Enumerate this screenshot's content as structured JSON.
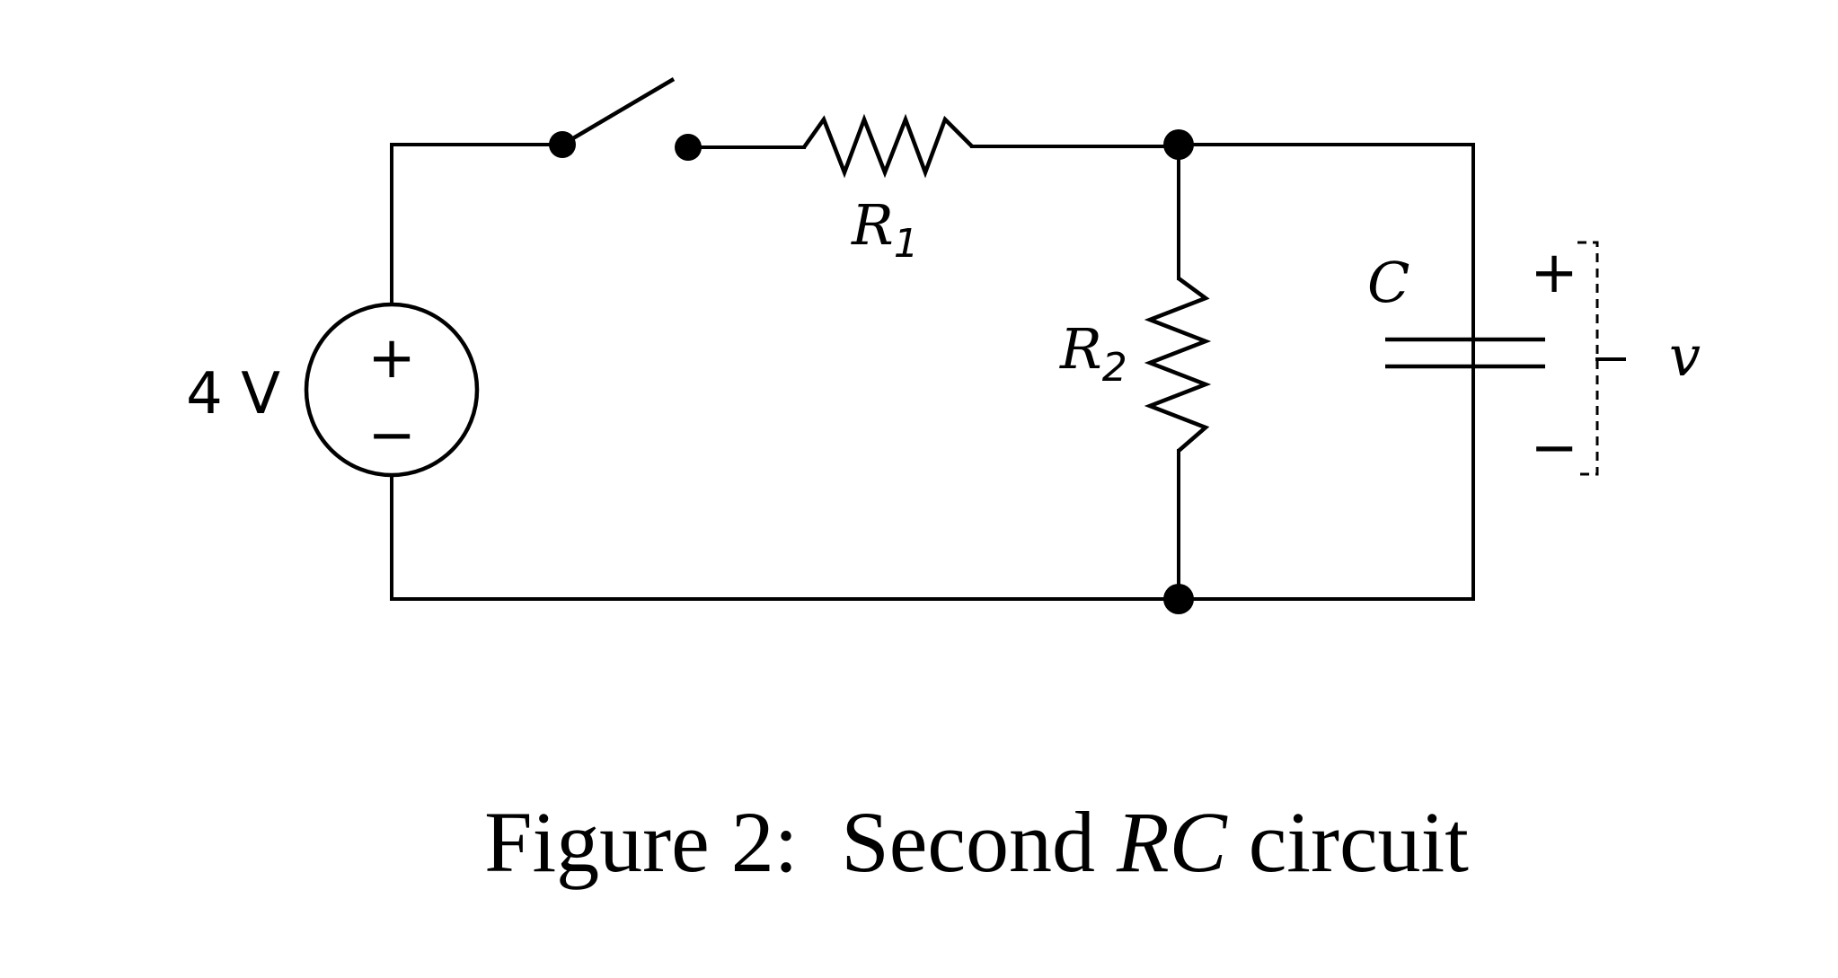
{
  "source": {
    "label": "4 V",
    "plus": "+",
    "minus": "−"
  },
  "resistor_1": {
    "symbol": "R",
    "subscript": "1"
  },
  "resistor_2": {
    "symbol": "R",
    "subscript": "2"
  },
  "capacitor": {
    "symbol": "C"
  },
  "voltage": {
    "plus": "+",
    "minus": "−",
    "symbol": "v"
  },
  "caption": {
    "prefix": "Figure 2:  Second ",
    "emphasis": "RC",
    "suffix": " circuit"
  }
}
